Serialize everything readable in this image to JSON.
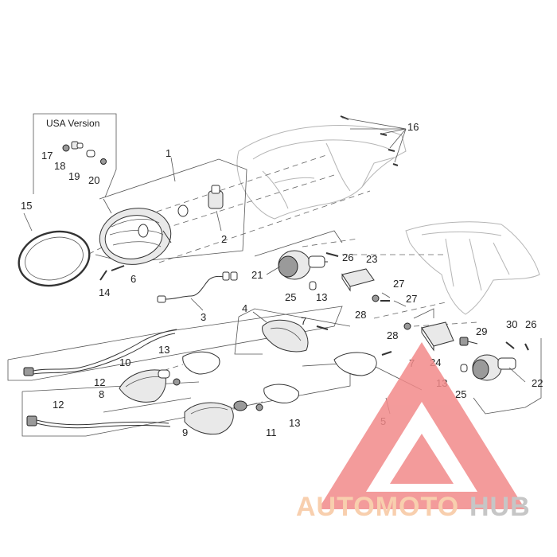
{
  "diagram": {
    "version_label": "USA Version",
    "callouts": [
      "1",
      "2",
      "3",
      "4",
      "5",
      "6",
      "7",
      "7",
      "8",
      "9",
      "10",
      "11",
      "12",
      "12",
      "13",
      "13",
      "13",
      "13",
      "14",
      "15",
      "16",
      "17",
      "18",
      "19",
      "20",
      "21",
      "22",
      "23",
      "24",
      "25",
      "25",
      "26",
      "26",
      "27",
      "27",
      "28",
      "28",
      "29",
      "30"
    ]
  },
  "watermark": {
    "text_a": "AUTOMOTO",
    "text_b": "HUB",
    "color_triangle": "#f28a8a",
    "color_text_a": "#f7c7a0",
    "color_text_b": "#bdbdbd"
  }
}
